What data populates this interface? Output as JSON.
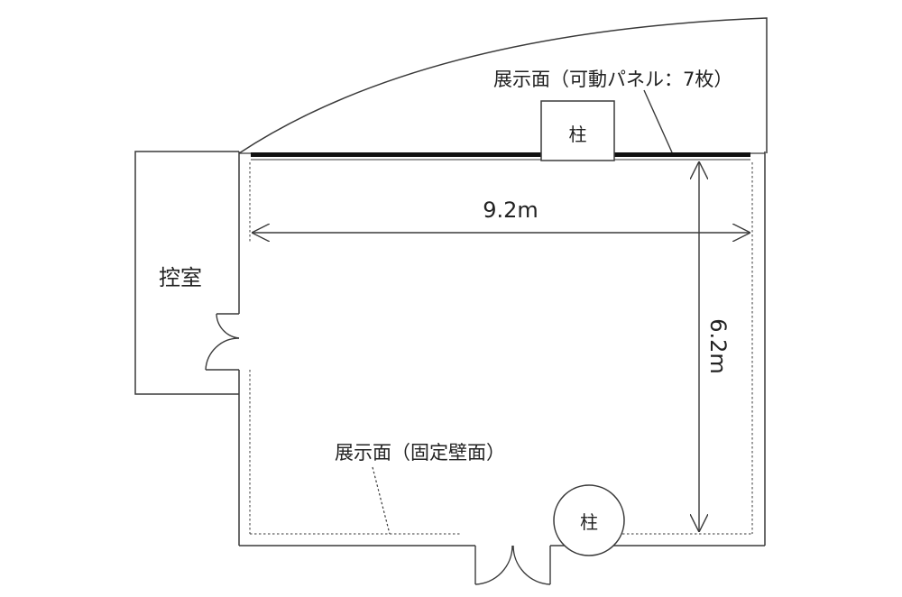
{
  "labels": {
    "movable_display": "展示面（可動パネル：7枚）",
    "fixed_display": "展示面（固定壁面）",
    "control_room": "控室",
    "pillar_top": "柱",
    "pillar_bottom": "柱",
    "width_dim": "9.2m",
    "depth_dim": "6.2m"
  },
  "colors": {
    "line": "#3a3a3a",
    "panel": "#111111",
    "text": "#222222"
  },
  "icons": {
    "door_single": "door-swing-icon",
    "door_double": "double-door-swing-icon"
  }
}
